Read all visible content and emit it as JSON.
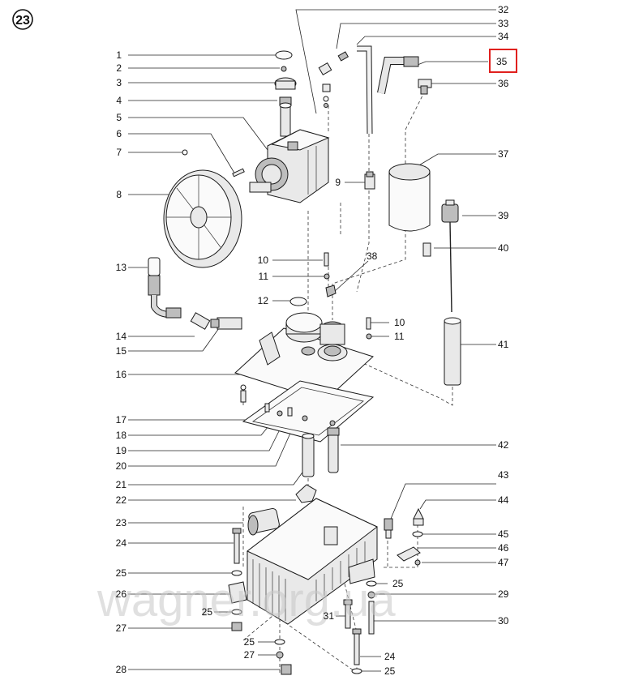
{
  "badge": "23",
  "watermark": "wagner.org.ua",
  "highlighted_label": "35",
  "labels": {
    "l1": "1",
    "l2": "2",
    "l3": "3",
    "l4": "4",
    "l5": "5",
    "l6": "6",
    "l7": "7",
    "l8": "8",
    "l9": "9",
    "l10a": "10",
    "l10b": "10",
    "l11a": "11",
    "l11b": "11",
    "l12": "12",
    "l13": "13",
    "l14": "14",
    "l15": "15",
    "l16": "16",
    "l17": "17",
    "l18": "18",
    "l19": "19",
    "l20": "20",
    "l21": "21",
    "l22": "22",
    "l23": "23",
    "l24a": "24",
    "l24b": "24",
    "l25a": "25",
    "l25b": "25",
    "l25c": "25",
    "l25d": "25",
    "l25e": "25",
    "l26": "26",
    "l27a": "27",
    "l27b": "27",
    "l28": "28",
    "l29": "29",
    "l30": "30",
    "l31": "31",
    "l32": "32",
    "l33": "33",
    "l34": "34",
    "l35": "35",
    "l36": "36",
    "l37": "37",
    "l38": "38",
    "l39": "39",
    "l40": "40",
    "l41": "41",
    "l42": "42",
    "l43": "43",
    "l44": "44",
    "l45": "45",
    "l46": "46",
    "l47": "47"
  }
}
